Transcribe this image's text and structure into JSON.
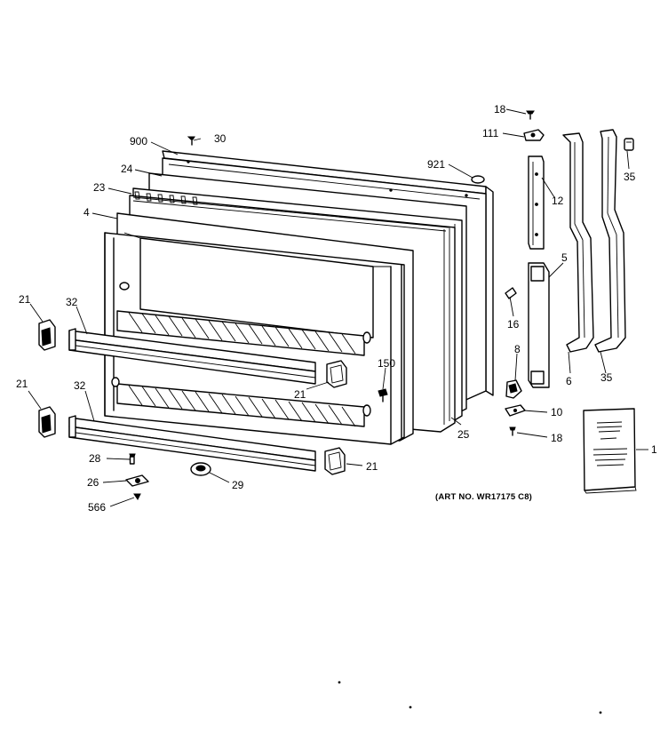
{
  "art_number": "(ART NO. WR17175 C8)",
  "callouts": {
    "c18_top": "18",
    "c111": "111",
    "c35_top": "35",
    "c900": "900",
    "c30": "30",
    "c921": "921",
    "c24": "24",
    "c12": "12",
    "c23": "23",
    "c4": "4",
    "c5": "5",
    "c21_a": "21",
    "c32_a": "32",
    "c16": "16",
    "c8": "8",
    "c150": "150",
    "c21_b": "21",
    "c21_c": "21",
    "c32_b": "32",
    "c6": "6",
    "c35_bot": "35",
    "c10": "10",
    "c25": "25",
    "c18_bot": "18",
    "c1": "1",
    "c28": "28",
    "c21_d": "21",
    "c26": "26",
    "c29": "29",
    "c566": "566"
  }
}
